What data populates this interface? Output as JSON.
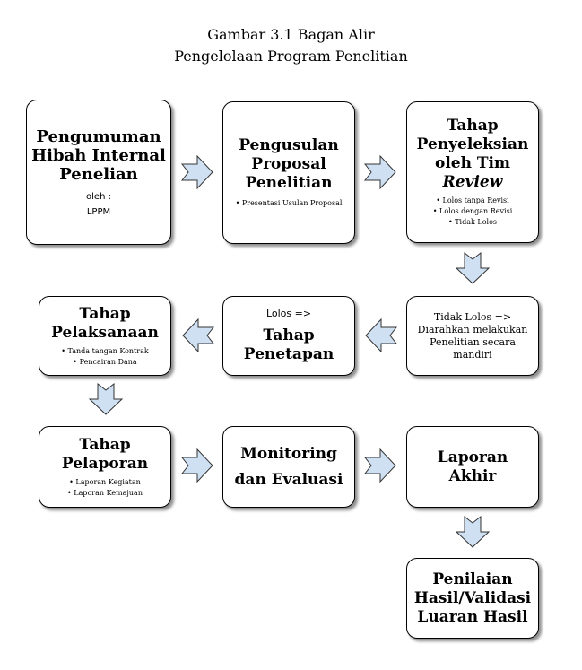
{
  "caption": {
    "line1": "Gambar 3.1 Bagan Alir",
    "line2": "Pengelolaan Program Penelitian"
  },
  "boxes": {
    "pengumuman": {
      "title_lines": [
        "Pengumuman",
        "Hibah Internal",
        "Penelian"
      ],
      "sub1": "oleh :",
      "sub2": "LPPM"
    },
    "pengusulan": {
      "title_lines": [
        "Pengusulan",
        "Proposal",
        "Penelitian"
      ],
      "bullets": [
        "Presentasi Usulan Proposal"
      ]
    },
    "penyeleksian": {
      "title_lines": [
        "Tahap",
        "Penyeleksian",
        "oleh Tim"
      ],
      "title_italic": "Review",
      "bullets": [
        "Lolos tanpa Revisi",
        "Lolos dengan Revisi",
        "Tidak Lolos"
      ]
    },
    "tidak_lolos": {
      "lines": [
        "Tidak Lolos  =>",
        "Diarahkan melakukan",
        "Penelitian secara",
        "mandiri"
      ]
    },
    "penetapan": {
      "top": "Lolos =>",
      "title_lines": [
        "Tahap",
        "Penetapan"
      ]
    },
    "pelaksanaan": {
      "title_lines": [
        "Tahap",
        "Pelaksanaan"
      ],
      "bullets": [
        "Tanda tangan Kontrak",
        "Pencairan Dana"
      ]
    },
    "pelaporan": {
      "title_lines": [
        "Tahap",
        "Pelaporan"
      ],
      "bullets": [
        "Laporan Kegiatan",
        "Laporan Kemajuan"
      ]
    },
    "monitoring": {
      "title_lines": [
        "Monitoring",
        "dan Evaluasi"
      ]
    },
    "laporan_akhir": {
      "title_lines": [
        "Laporan",
        "Akhir"
      ]
    },
    "penilaian": {
      "title_lines": [
        "Penilaian",
        "Hasil/Validasi",
        "Luaran Hasil"
      ]
    }
  },
  "arrows": [
    "right",
    "right",
    "down",
    "left",
    "left",
    "down",
    "right",
    "right",
    "down"
  ]
}
